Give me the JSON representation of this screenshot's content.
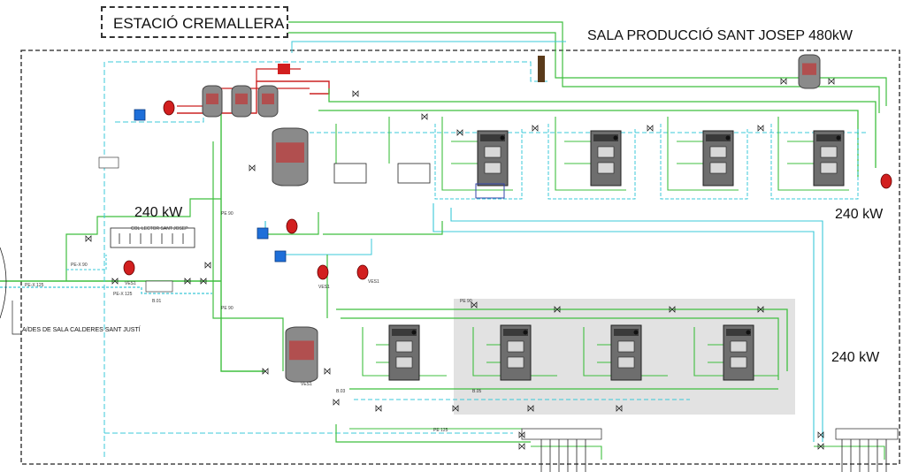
{
  "header": {
    "station_label": "ESTACIÓ CREMALLERA",
    "room_label": "SALA PRODUCCIÓ SANT JOSEP 480kW"
  },
  "power_labels": {
    "left_upper": "240 kW",
    "right_upper": "240 kW",
    "right_lower": "240 kW"
  },
  "pipe_labels": {
    "inlet_left": "PE-X 125",
    "inlet_right": "PE-X 125",
    "pe90_left": "PE-X 90",
    "pe90_mid": "PE 90",
    "pe90_low": "PE 90",
    "pe90_top_grey": "PE 90",
    "pe125_bottom": "PE 125",
    "b01": "B.01",
    "b03": "B.03",
    "b05": "B.05"
  },
  "collector_label": "COL·LECTOR SANT JOSEP",
  "source_label": "A/DES DE SALA CALDERES SANT JUSTÍ",
  "vessel_labels": {
    "ves_left": "VES1",
    "ves_mid": "VES1",
    "ves_right": "VES1",
    "ves_low": "VES1"
  },
  "colors": {
    "green_pipe": "#3fbf3f",
    "cyan_pipe": "#3bc8d8",
    "dark_cyan": "#2a8ea0",
    "red_pipe": "#cc2222",
    "dashed_border": "#222222",
    "grey_area": "#e2e2e2",
    "tank_fill": "#8a8a8a",
    "vessel_red": "#d21f1f",
    "pump_blue": "#1e6fd9"
  }
}
